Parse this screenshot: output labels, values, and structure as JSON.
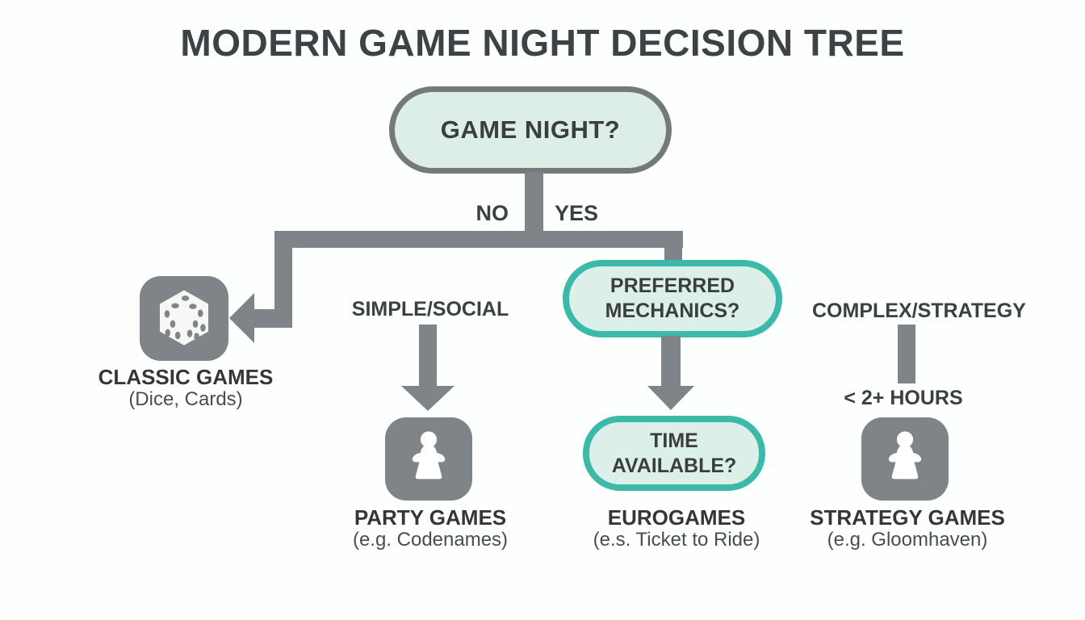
{
  "title": "MODERN GAME NIGHT DECISION TREE",
  "root_node": {
    "label": "GAME NIGHT?"
  },
  "branch_labels": {
    "no": "NO",
    "yes": "YES"
  },
  "decision_nodes": {
    "preferred_mechanics": {
      "line1": "PREFERRED",
      "line2": "MECHANICS?"
    },
    "time_available": {
      "line1": "TIME",
      "line2": "AVAILABLE?"
    }
  },
  "edge_labels": {
    "simple_social": "SIMPLE/SOCIAL",
    "complex_strategy": "COMPLEX/STRATEGY",
    "time_threshold": "< 2+ HOURS"
  },
  "outcomes": {
    "classic": {
      "name": "CLASSIC GAMES",
      "example": "(Dice, Cards)",
      "icon": "dice-icon"
    },
    "party": {
      "name": "PARTY GAMES",
      "example": "(e.g. Codenames)",
      "icon": "meeple-icon"
    },
    "euro": {
      "name": "EUROGAMES",
      "example": "(e.s. Ticket to Ride)"
    },
    "strategy": {
      "name": "STRATEGY GAMES",
      "example": "(e.g. Gloomhaven)",
      "icon": "meeple-icon"
    }
  },
  "colors": {
    "connector_gray": "#7e8487",
    "node_border_gray": "#75797c",
    "node_fill_mint": "#ddeee7",
    "teal_border": "#3bb9a9",
    "text_dark": "#3b3e41"
  }
}
